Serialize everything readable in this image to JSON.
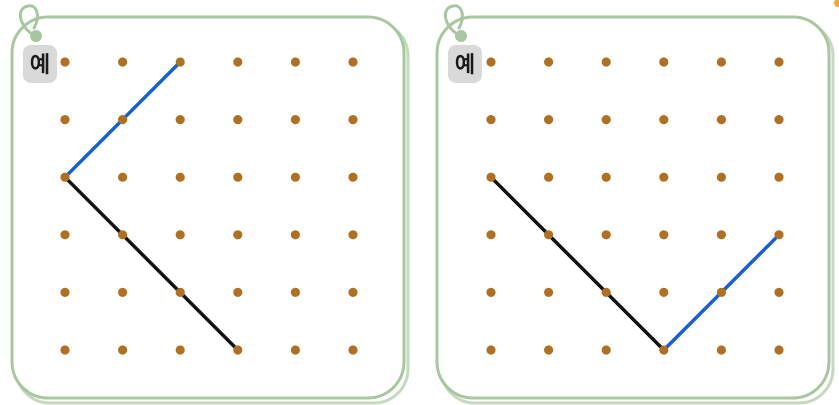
{
  "colors": {
    "frame": "#a9c79f",
    "frame_shadow": "#c5dabd",
    "badge_bg": "#d9d9d9",
    "dot": "#b07020",
    "line_black": "#111111",
    "line_blue": "#1560d8",
    "accent": "#f2a33a"
  },
  "boards": [
    {
      "badge": "예",
      "grid": {
        "cols": 6,
        "rows": 6
      },
      "segments": [
        {
          "color": "blue",
          "from": [
            0,
            2
          ],
          "to": [
            2,
            0
          ]
        },
        {
          "color": "black",
          "from": [
            0,
            2
          ],
          "to": [
            3,
            5
          ]
        }
      ]
    },
    {
      "badge": "예",
      "grid": {
        "cols": 6,
        "rows": 6
      },
      "segments": [
        {
          "color": "black",
          "from": [
            0,
            2
          ],
          "to": [
            3,
            5
          ]
        },
        {
          "color": "blue",
          "from": [
            3,
            5
          ],
          "to": [
            5,
            3
          ]
        }
      ]
    }
  ]
}
